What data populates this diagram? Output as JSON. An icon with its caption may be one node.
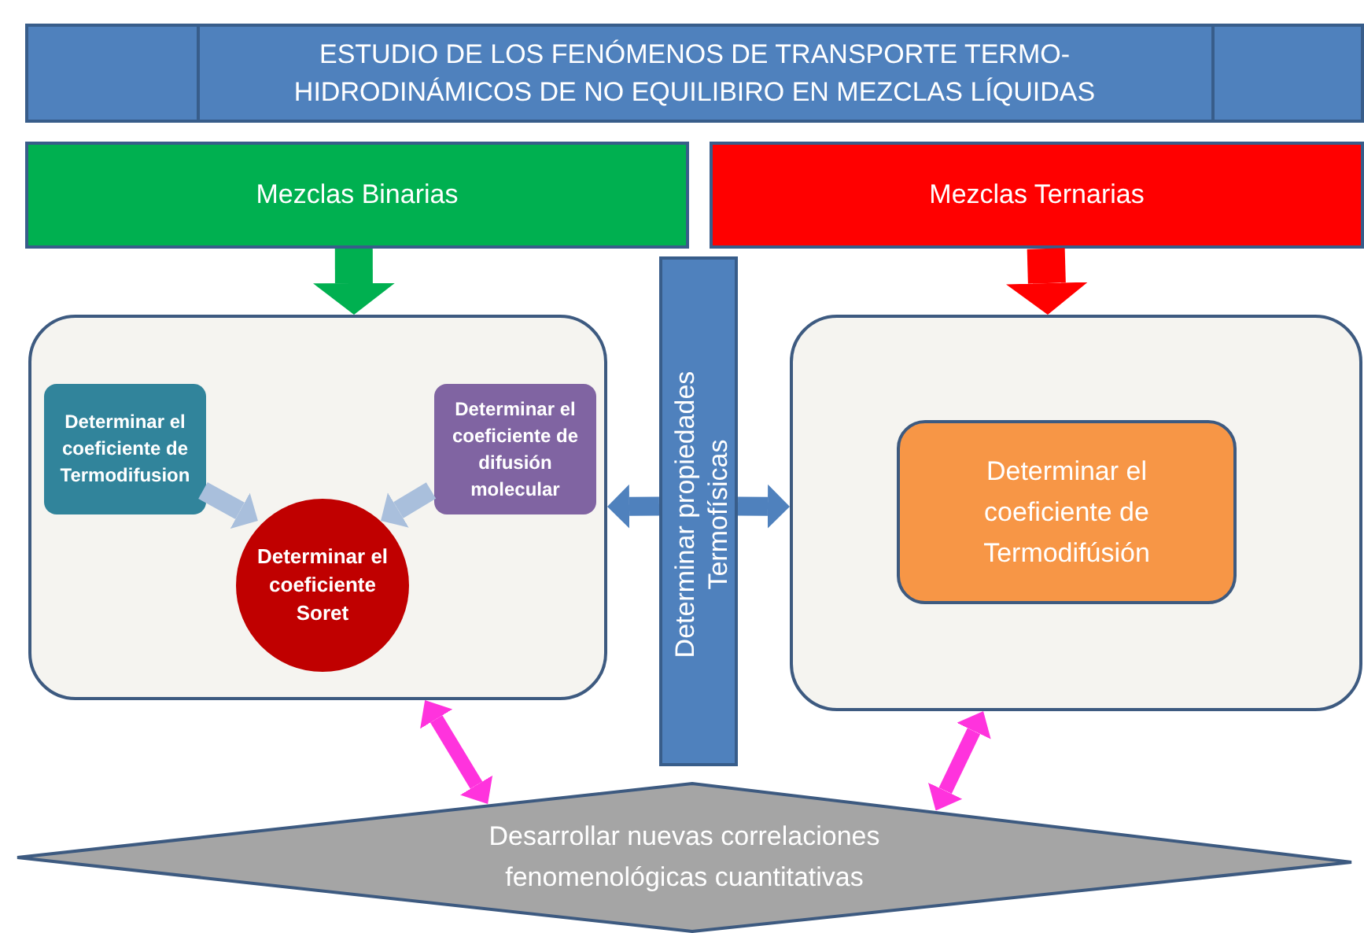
{
  "diagram": {
    "nodes": [
      {
        "text": [
          "ESTUDIO DE LOS FENÓMENOS DE TRANSPORTE TERMO-HIDRODINÁMICOS DE NO EQUILIBIRO EN MEZCLAS LÍQUIDAS"
        ]
      },
      {
        "text": [
          "Mezclas Binarias"
        ]
      },
      {
        "text": [
          "Mezclas Ternarias"
        ]
      },
      {
        "text": [],
        "shape": "box"
      },
      {
        "text": [
          "Determinar el coeficiente de Termodifusion"
        ],
        "in": 3
      },
      {
        "text": [
          "Determinar el coeficiente de difusión molecular"
        ],
        "in": 3
      },
      {
        "text": [
          "Determinar el coeficiente Soret"
        ],
        "in": 3
      },
      {
        "text": [
          "Determinar propiedades Termofísicas"
        ]
      },
      {
        "text": [],
        "shape": "box"
      },
      {
        "text": [
          "Determinar el coeficiente de Termodifúsión"
        ],
        "in": 8
      },
      {
        "text": [
          "Desarrollar nuevas correlaciones fenomenológicas cuantitativas"
        ]
      }
    ],
    "edges": [
      {
        "from": 1,
        "to": 3,
        "arrow": "to",
        "style": "thick",
        "color": "#00b050"
      },
      {
        "from": 2,
        "to": 8,
        "arrow": "to",
        "style": "thick",
        "color": "#ff0000"
      },
      {
        "from": 4,
        "to": 6,
        "arrow": "to",
        "color": "#a9bfdc"
      },
      {
        "from": 5,
        "to": 6,
        "arrow": "to",
        "color": "#a9bfdc"
      },
      {
        "from": 7,
        "to": 3,
        "arrow": "to",
        "color": "#4f81bd"
      },
      {
        "from": 7,
        "to": 8,
        "arrow": "to",
        "color": "#4f81bd"
      },
      {
        "from": 3,
        "to": 10,
        "arrow": "both",
        "color": "#ff33dd"
      },
      {
        "from": 8,
        "to": 10,
        "arrow": "both",
        "color": "#ff33dd"
      }
    ]
  }
}
